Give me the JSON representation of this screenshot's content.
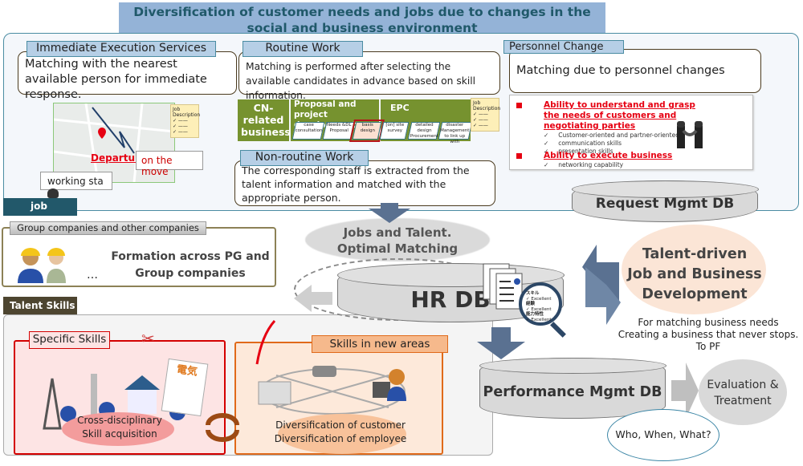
{
  "title": "Diversification of customer needs and jobs due to changes in the social and business environment",
  "top_panel": {
    "immediate": {
      "label": "Immediate Execution Services",
      "description": "Matching with the nearest available person for immediate response.",
      "map": {
        "departure_label": "Departure",
        "on_the_move_label": "on the move",
        "working_status_label": "working sta",
        "job_description_note": "Job Description"
      }
    },
    "routine": {
      "label": "Routine Work",
      "description": "Matching is performed after selecting the available candidates in advance based on skill information.",
      "process": {
        "category": "CN-related business",
        "phase1": "Proposal and project development",
        "phase2": "EPC",
        "steps": [
          "case consultation",
          "Needs &DL Proposal",
          "basis design",
          "[on] site survey",
          "detailed design Procurement",
          "disaster Management to link up with"
        ],
        "highlighted_step": "basis design",
        "job_description_note": "Job Description"
      }
    },
    "nonroutine": {
      "label": "Non-routine Work",
      "description": "The corresponding staff is extracted from the talent information and matched with the appropriate person."
    },
    "personnel": {
      "label": "Personnel Change",
      "description": "Matching due to personnel changes",
      "skills": [
        {
          "heading": "Ability to understand and grasp the needs of customers and negotiating parties",
          "items": [
            "Customer-oriented and partner-oriented",
            "communication skills",
            "presentation skills"
          ]
        },
        {
          "heading": "Ability to execute business",
          "items": [
            "networking capability"
          ]
        }
      ]
    }
  },
  "databases": {
    "request": "Request Mgmt DB",
    "hr": "HR DB",
    "performance": "Performance Mgmt DB"
  },
  "matching_cloud": "Jobs and Talent. Optimal Matching",
  "matching_cloud_lines": [
    "Jobs and Talent.",
    "Optimal Matching"
  ],
  "job_section": {
    "tag": "job",
    "group_tab": "Group companies and other companies",
    "formation_lines": [
      "Formation across PG and",
      "Group companies"
    ],
    "ellipsis": "…"
  },
  "talent_section": {
    "tag": "Talent Skills",
    "specific": {
      "label": "Specific Skills",
      "caption_lines": [
        "Cross-disciplinary",
        "Skill acquisition"
      ],
      "document_glyph": "電気"
    },
    "new_areas": {
      "label": "Skills in new areas",
      "caption_lines": [
        "Diversification of customer",
        "Diversification of employee"
      ]
    }
  },
  "talent_driven": {
    "lines": [
      "Talent-driven",
      "Job and Business",
      "Development"
    ],
    "sub_lines": [
      "For matching business needs",
      "Creating a business that never stops.",
      "To PF"
    ]
  },
  "evaluation": {
    "lines": [
      "Evaluation &",
      "Treatment"
    ]
  },
  "speech_bubble": "Who, When, What?",
  "magnifier_lines": [
    "スキル",
    "✓ Excellent",
    "経験",
    "✓ Excellent",
    "能力特性",
    "✓ Excellent"
  ],
  "colors": {
    "title_bg": "#94b3d7",
    "title_text": "#20596a",
    "panel_border": "#4a8ca2",
    "job_tag": "#22586a",
    "talent_tag": "#4d4530",
    "green_process": "#76922f",
    "red_accent": "#e60012",
    "arrow_blue": "#5a7191"
  }
}
